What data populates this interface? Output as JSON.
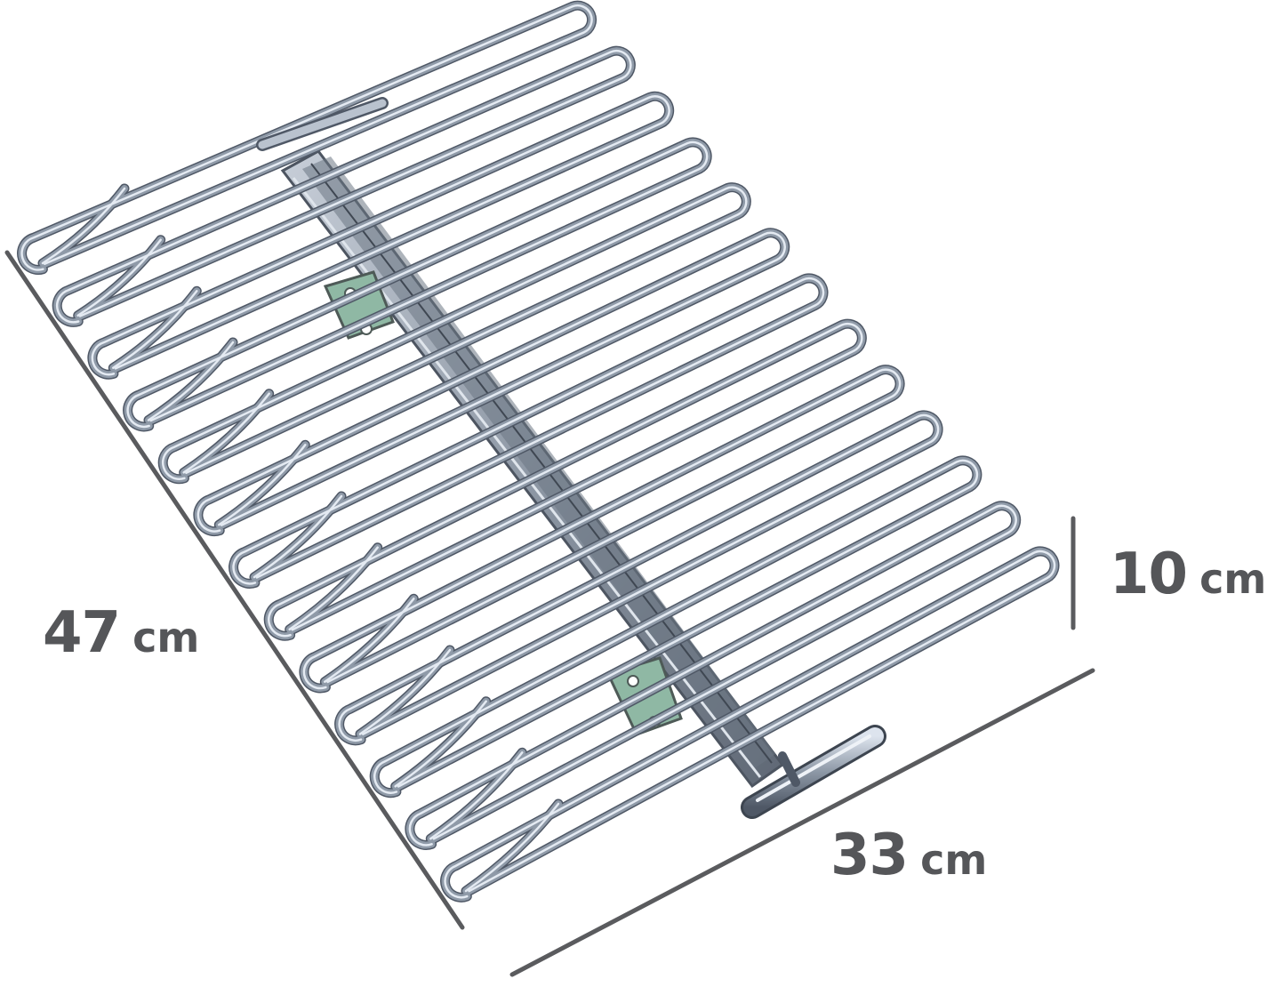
{
  "dimensions": {
    "depth": {
      "value": "47",
      "unit": "cm"
    },
    "width": {
      "value": "33",
      "unit": "cm"
    },
    "height": {
      "value": "10",
      "unit": "cm"
    }
  },
  "hanger_count": 13,
  "colors": {
    "background": "#ffffff",
    "dimension_text": "#555659",
    "dimension_line": "#5a5b5e",
    "wire_chrome": "#8f9aa8",
    "wire_highlight": "#e4eaf2",
    "wire_shadow": "#4f5866",
    "rail_metal": "#9aa4b0",
    "rail_dark": "#5f6875",
    "mount_green": "#8fb8a4"
  },
  "icons": {
    "product": "trouser-rack-pull-out-icon"
  }
}
